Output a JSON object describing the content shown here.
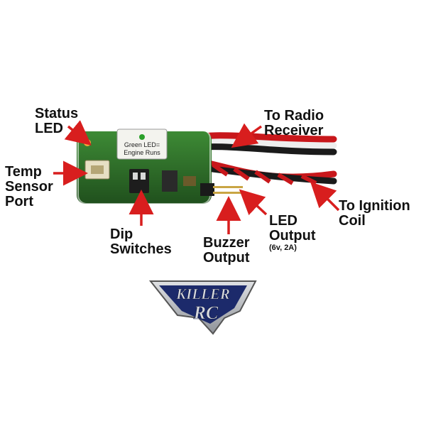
{
  "callouts": {
    "status_led": {
      "line1": "Status",
      "line2": "LED"
    },
    "to_radio_receiver": {
      "line1": "To Radio",
      "line2": "Receiver"
    },
    "temp_sensor_port": {
      "line1": "Temp",
      "line2": "Sensor",
      "line3": "Port"
    },
    "to_ignition_coil": {
      "line1": "To Ignition",
      "line2": "Coil"
    },
    "dip_switches": {
      "line1": "Dip",
      "line2": "Switches"
    },
    "led_output": {
      "line1": "LED",
      "line2": "Output",
      "note": "(6v, 2A)"
    },
    "buzzer_output": {
      "line1": "Buzzer",
      "line2": "Output"
    }
  },
  "board_sticker": {
    "line1": "Green LED=",
    "line2": "Engine Runs"
  },
  "logo": {
    "line1": "KILLER",
    "line2": "RC"
  },
  "colors": {
    "arrow": "#d81e1e",
    "pcb": "#2f6b2a",
    "wire_red": "#c8171b",
    "wire_black": "#1a1a1a",
    "wire_white": "#eeeeee",
    "logo_blue": "#1c2a6b",
    "logo_silver": "#c7c9cc"
  }
}
